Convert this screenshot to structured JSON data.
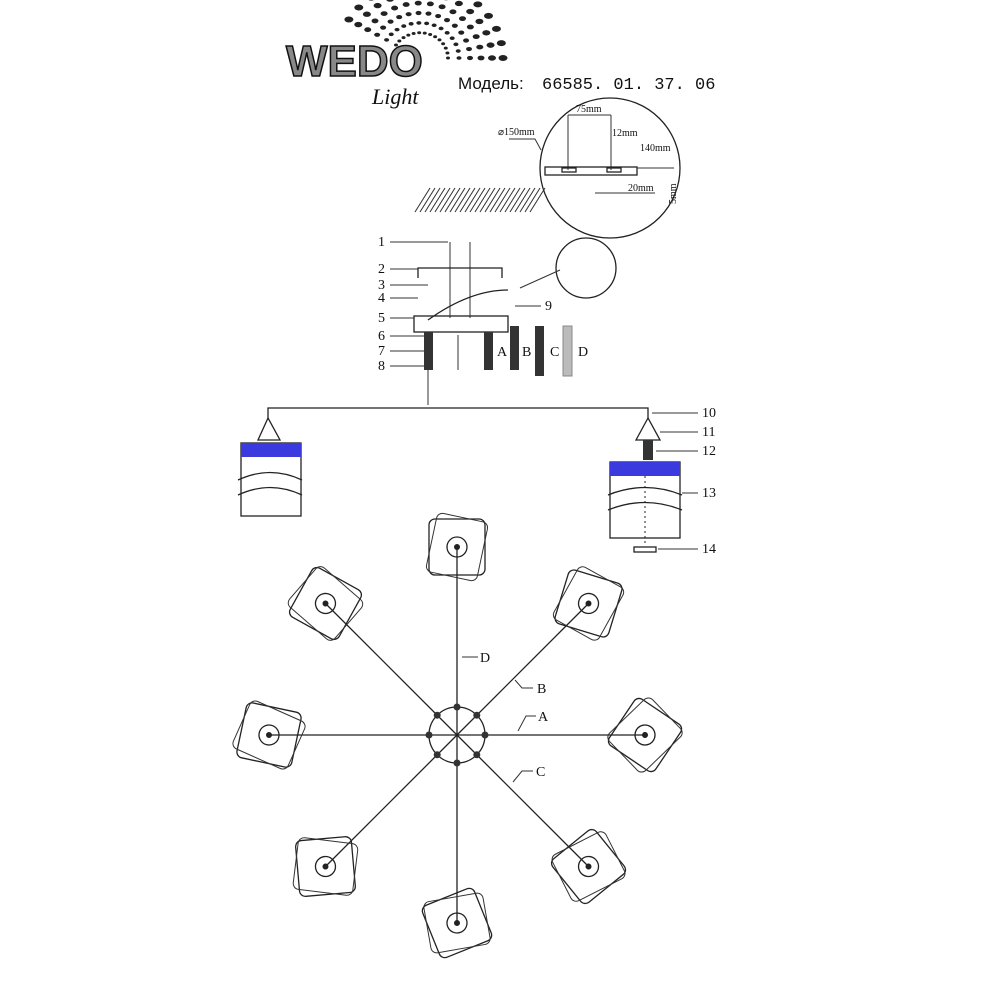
{
  "header": {
    "logo_text": "WEDO",
    "logo_sub": "Light",
    "model_label": "Модель:",
    "model_number": "66585. 01. 37. 06"
  },
  "mount_detail": {
    "diameter": "⌀150mm",
    "width": "75mm",
    "slot": "12mm",
    "length": "140mm",
    "offset": "20mm",
    "depth": "5mm"
  },
  "callouts": [
    "1",
    "2",
    "3",
    "4",
    "5",
    "6",
    "7",
    "8",
    "9",
    "10",
    "11",
    "12",
    "13",
    "14"
  ],
  "rod_labels": [
    "A",
    "B",
    "C",
    "D"
  ],
  "top_view_labels": {
    "d": "D",
    "b": "B",
    "a": "A",
    "c": "C"
  },
  "colors": {
    "line": "#222222",
    "shade_accent": "#3a3adf"
  }
}
